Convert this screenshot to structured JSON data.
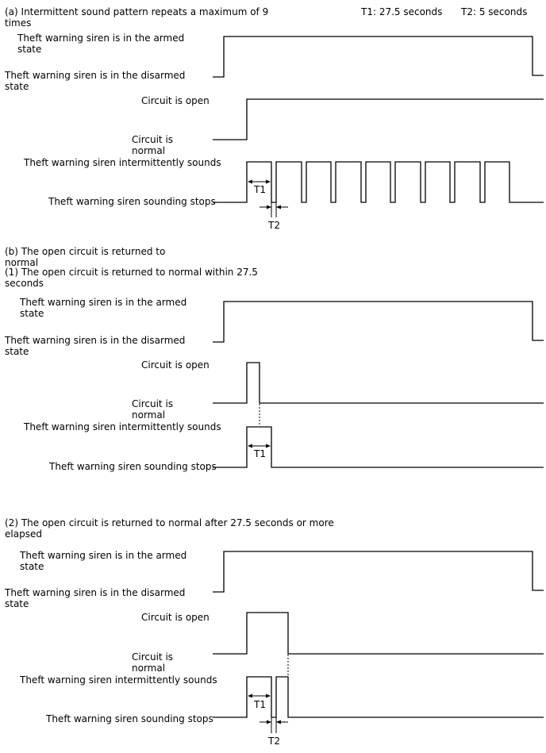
{
  "header": {
    "sectionA": [
      "(a) Intermittent sound pattern repeats a maximum of 9",
      "times"
    ],
    "t1": "T1: 27.5 seconds",
    "t2": "T2: 5 seconds"
  },
  "sectionB": [
    "(b) The open circuit is returned to",
    "normal"
  ],
  "sub1": [
    "(1) The open circuit is returned to normal within 27.5",
    "seconds"
  ],
  "sub2": [
    "(2) The open circuit is returned to normal after 27.5 seconds or more",
    "elapsed"
  ],
  "labels": {
    "armed": [
      "Theft warning siren is in the armed",
      "state"
    ],
    "disarmed": [
      "Theft warning siren is in the disarmed",
      "state"
    ],
    "open": "Circuit is open",
    "normal": [
      "Circuit is",
      "normal"
    ],
    "sounds": "Theft warning siren intermittently sounds",
    "stops": "Theft warning siren sounding stops"
  },
  "dims": {
    "t1": "T1",
    "t2": "T2"
  },
  "pattern": {
    "max_repeats": 9
  }
}
